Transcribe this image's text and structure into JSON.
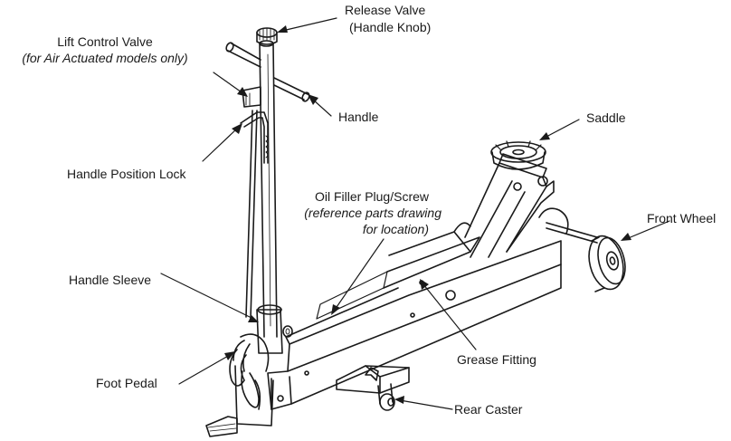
{
  "labels": {
    "release_valve": "Release Valve",
    "release_valve_sub": "(Handle Knob)",
    "lift_control_valve": "Lift Control Valve",
    "lift_control_valve_note": "(for Air Actuated models only)",
    "handle": "Handle",
    "handle_position_lock": "Handle Position Lock",
    "saddle": "Saddle",
    "oil_filler": "Oil Filler Plug/Screw",
    "oil_filler_note_1": "(reference parts drawing",
    "oil_filler_note_2": "for location)",
    "front_wheel": "Front Wheel",
    "handle_sleeve": "Handle Sleeve",
    "grease_fitting": "Grease Fitting",
    "foot_pedal": "Foot Pedal",
    "rear_caster": "Rear Caster"
  },
  "colors": {
    "line": "#1a1a1a",
    "text": "#1a1a1a",
    "background": "#ffffff"
  }
}
